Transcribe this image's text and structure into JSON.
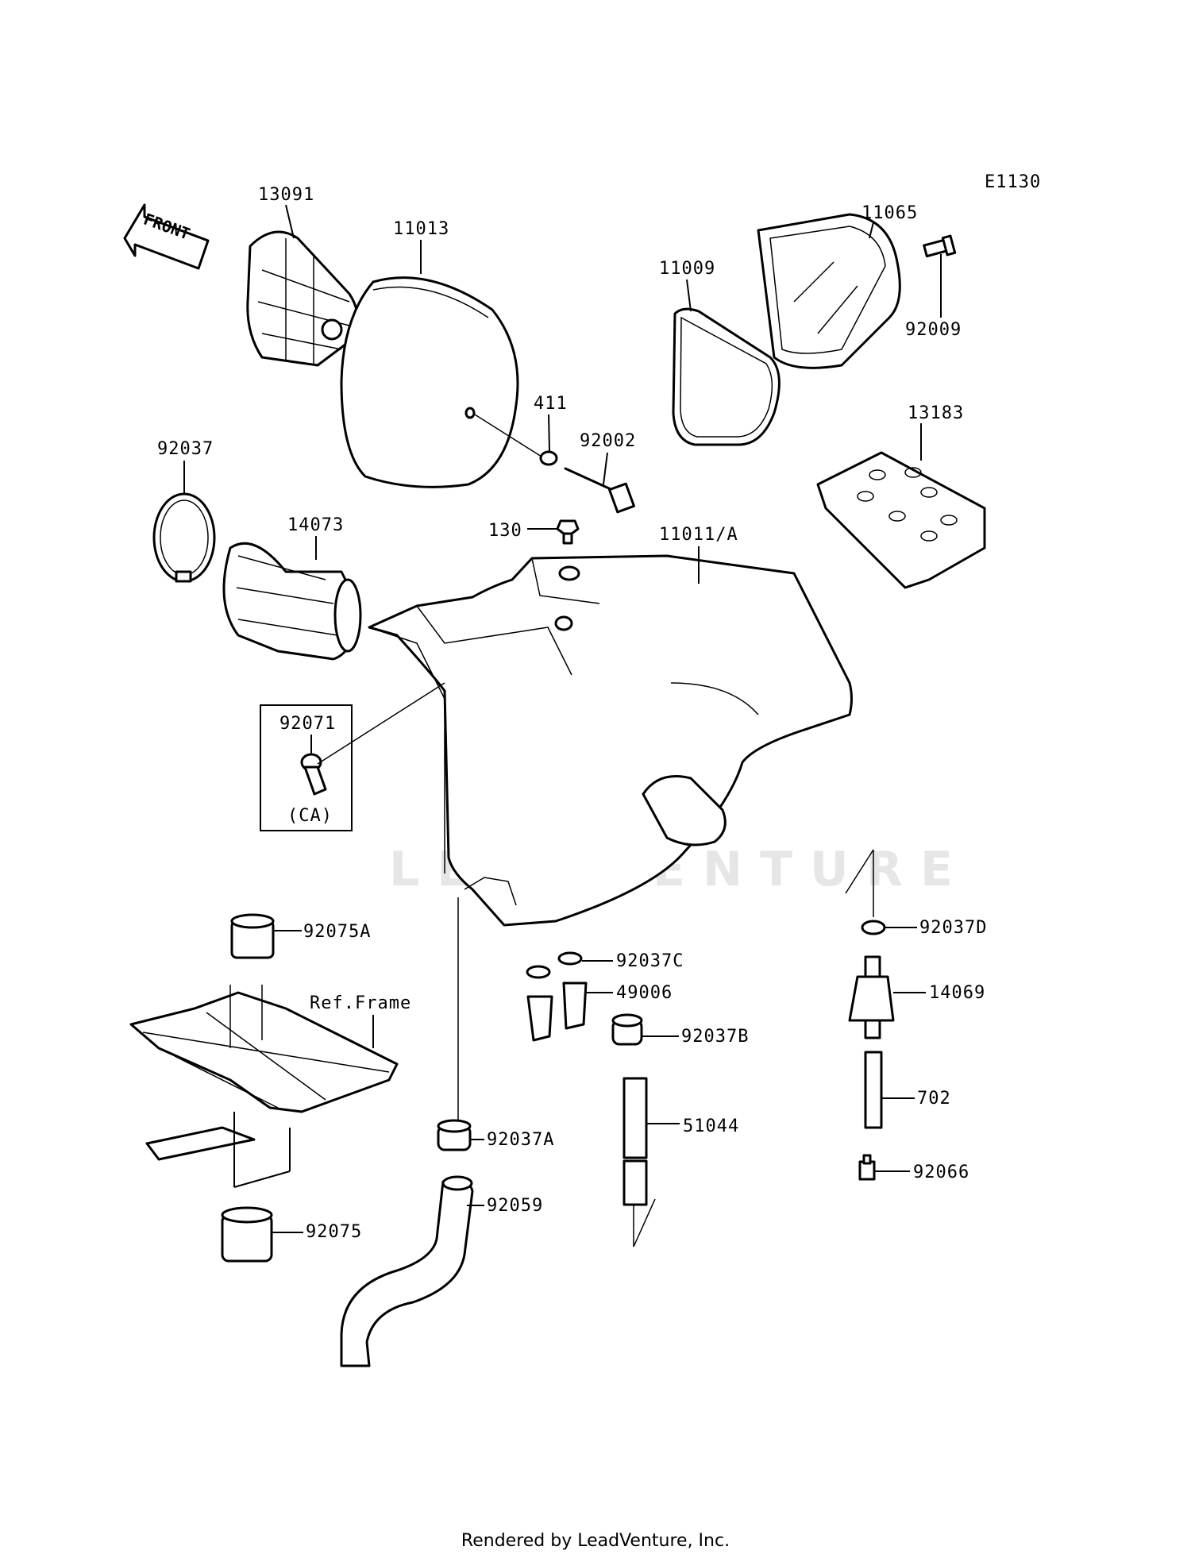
{
  "diagram_code": "E1130",
  "front_label": "FRONT",
  "watermark": "LEADVENTURE",
  "frame_reference": "Ref.Frame",
  "region_tag": "(CA)",
  "callouts": {
    "p13091": "13091",
    "p11013": "11013",
    "p11065": "11065",
    "p11009": "11009",
    "p92009": "92009",
    "p411": "411",
    "p92002": "92002",
    "p13183": "13183",
    "p92037": "92037",
    "p14073": "14073",
    "p130": "130",
    "p11011A": "11011/A",
    "p92071": "92071",
    "p92075A": "92075A",
    "p92037C": "92037C",
    "p49006": "49006",
    "p92037B": "92037B",
    "p92037D": "92037D",
    "p14069": "14069",
    "p702": "702",
    "p51044": "51044",
    "p92037A": "92037A",
    "p92066": "92066",
    "p92059": "92059",
    "p92075": "92075"
  },
  "footer": "Rendered by LeadVenture, Inc."
}
